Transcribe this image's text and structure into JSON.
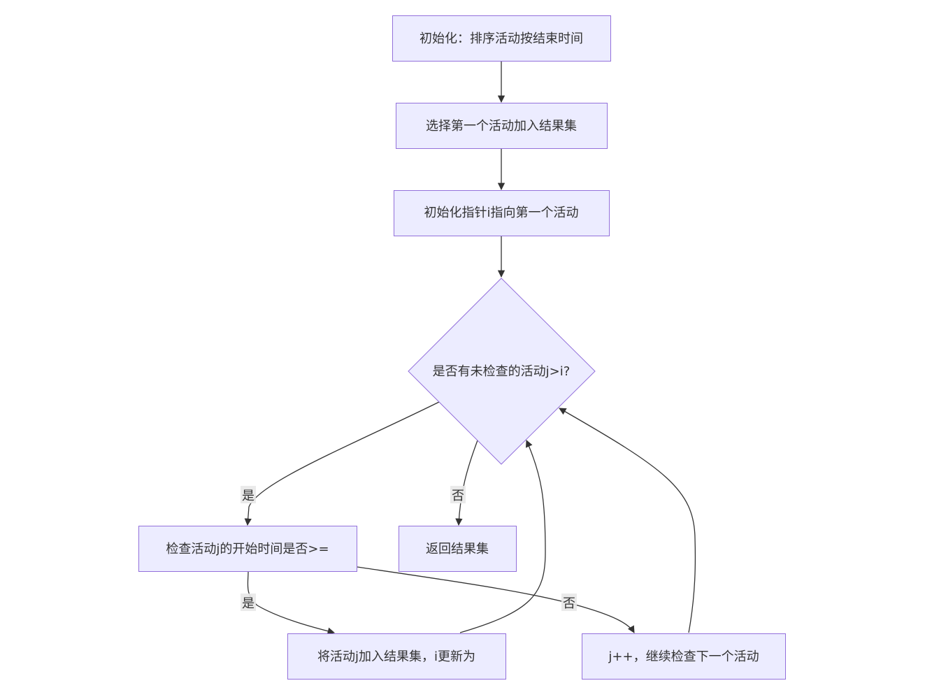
{
  "diagram": {
    "type": "flowchart",
    "colors": {
      "node_fill": "#ECECFF",
      "node_stroke": "#9370DB",
      "edge": "#333333",
      "text": "#333333",
      "label_bg": "#E8E8E8"
    },
    "nodes": {
      "init": {
        "label": "初始化：排序活动按结束时间"
      },
      "select_first": {
        "label": "选择第一个活动加入结果集"
      },
      "init_pointer": {
        "label": "初始化指针i指向第一个活动"
      },
      "decision": {
        "label": "是否有未检查的活动j>i?"
      },
      "check_start": {
        "label": "检查活动j的开始时间是否>="
      },
      "return_result": {
        "label": "返回结果集"
      },
      "add_j": {
        "label": "将活动j加入结果集，i更新为"
      },
      "next_j": {
        "label": "j++，继续检查下一个活动"
      }
    },
    "edges": {
      "decision_yes": {
        "label": "是"
      },
      "decision_no": {
        "label": "否"
      },
      "check_yes": {
        "label": "是"
      },
      "check_no": {
        "label": "否"
      }
    }
  }
}
